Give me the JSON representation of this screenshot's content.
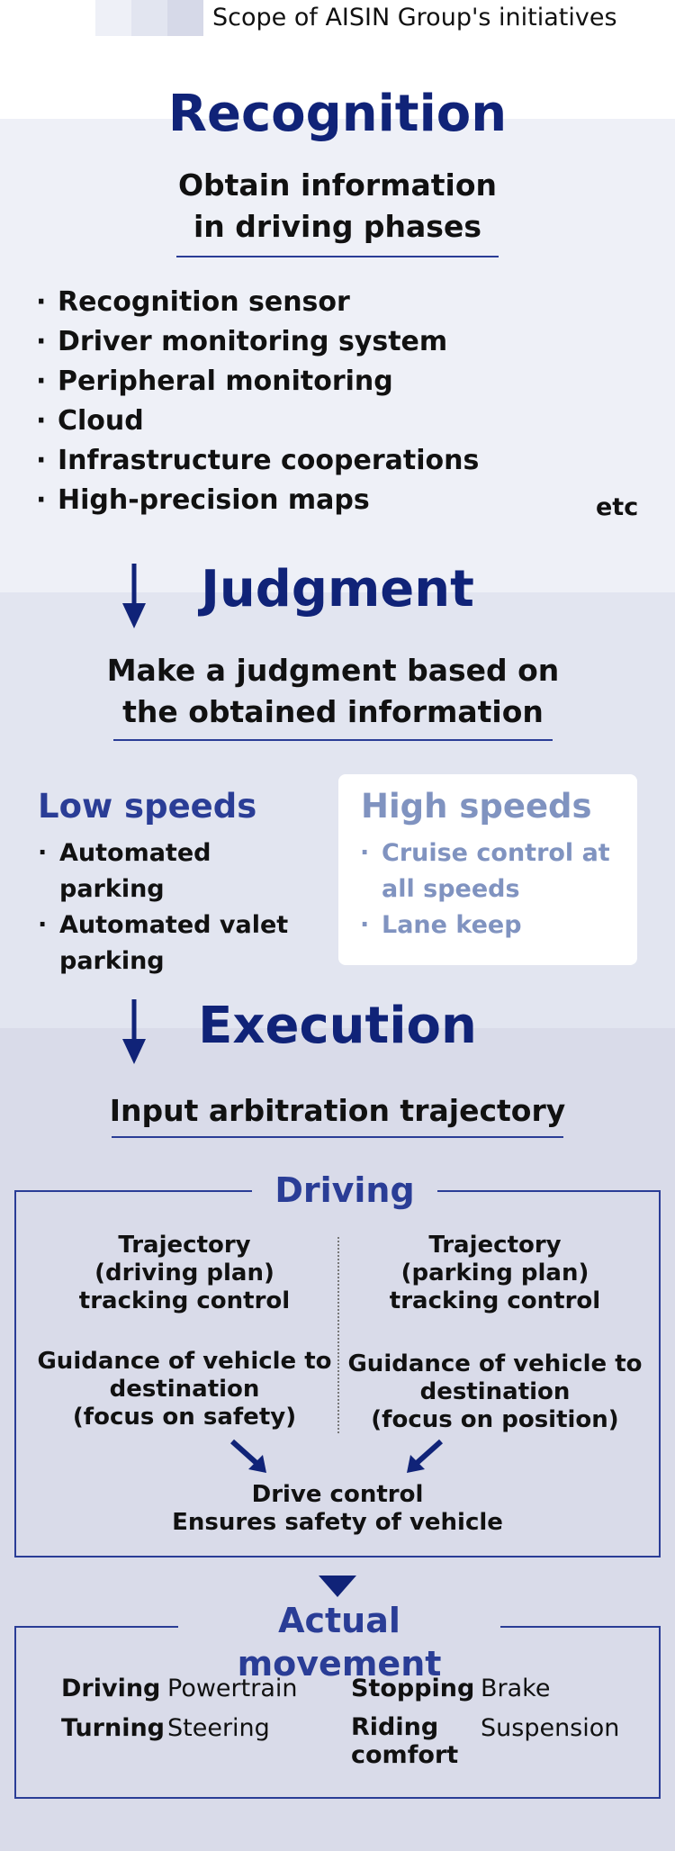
{
  "header": {
    "scope_title": "Scope of AISIN Group's initiatives",
    "swatch_colors": [
      "#eef0f7",
      "#e2e5f0",
      "#d6d9e8"
    ]
  },
  "colors": {
    "navy": "#102378",
    "accent_blue": "#2a3d96",
    "muted_blue": "#8093c0",
    "bg_recognition": "#eef0f7",
    "bg_judgment": "#e2e5f0",
    "bg_execution": "#d9dbe9"
  },
  "recognition": {
    "title": "Recognition",
    "subtitle_line1": "Obtain information",
    "subtitle_line2": "in driving phases",
    "items": [
      "Recognition sensor",
      "Driver monitoring system",
      "Peripheral monitoring",
      "Cloud",
      "Infrastructure cooperations",
      "High-precision maps"
    ],
    "etc": "etc"
  },
  "judgment": {
    "title": "Judgment",
    "subtitle_line1": "Make a judgment based on",
    "subtitle_line2": "the obtained information",
    "low": {
      "title": "Low speeds",
      "items": [
        "Automated parking",
        "Automated valet parking"
      ]
    },
    "high": {
      "title": "High speeds",
      "items": [
        "Cruise control at all speeds",
        "Lane keep"
      ]
    }
  },
  "execution": {
    "title": "Execution",
    "subtitle": "Input arbitration trajectory",
    "driving": {
      "title": "Driving",
      "left_tracking_1": "Trajectory",
      "left_tracking_2": "(driving plan)",
      "left_tracking_3": "tracking control",
      "left_guidance_1": "Guidance of vehicle to",
      "left_guidance_2": "destination",
      "left_guidance_3": "(focus on safety)",
      "right_tracking_1": "Trajectory",
      "right_tracking_2": "(parking plan)",
      "right_tracking_3": "tracking control",
      "right_guidance_1": "Guidance of vehicle to",
      "right_guidance_2": "destination",
      "right_guidance_3": "(focus on position)",
      "drive_control_1": "Drive control",
      "drive_control_2": "Ensures safety of vehicle"
    },
    "movement": {
      "title": "Actual movement",
      "driving_label": "Driving",
      "driving_value": "Powertrain",
      "turning_label": "Turning",
      "turning_value": "Steering",
      "stopping_label": "Stopping",
      "stopping_value": "Brake",
      "riding_label_1": "Riding",
      "riding_label_2": "comfort",
      "riding_value": "Suspension"
    }
  }
}
